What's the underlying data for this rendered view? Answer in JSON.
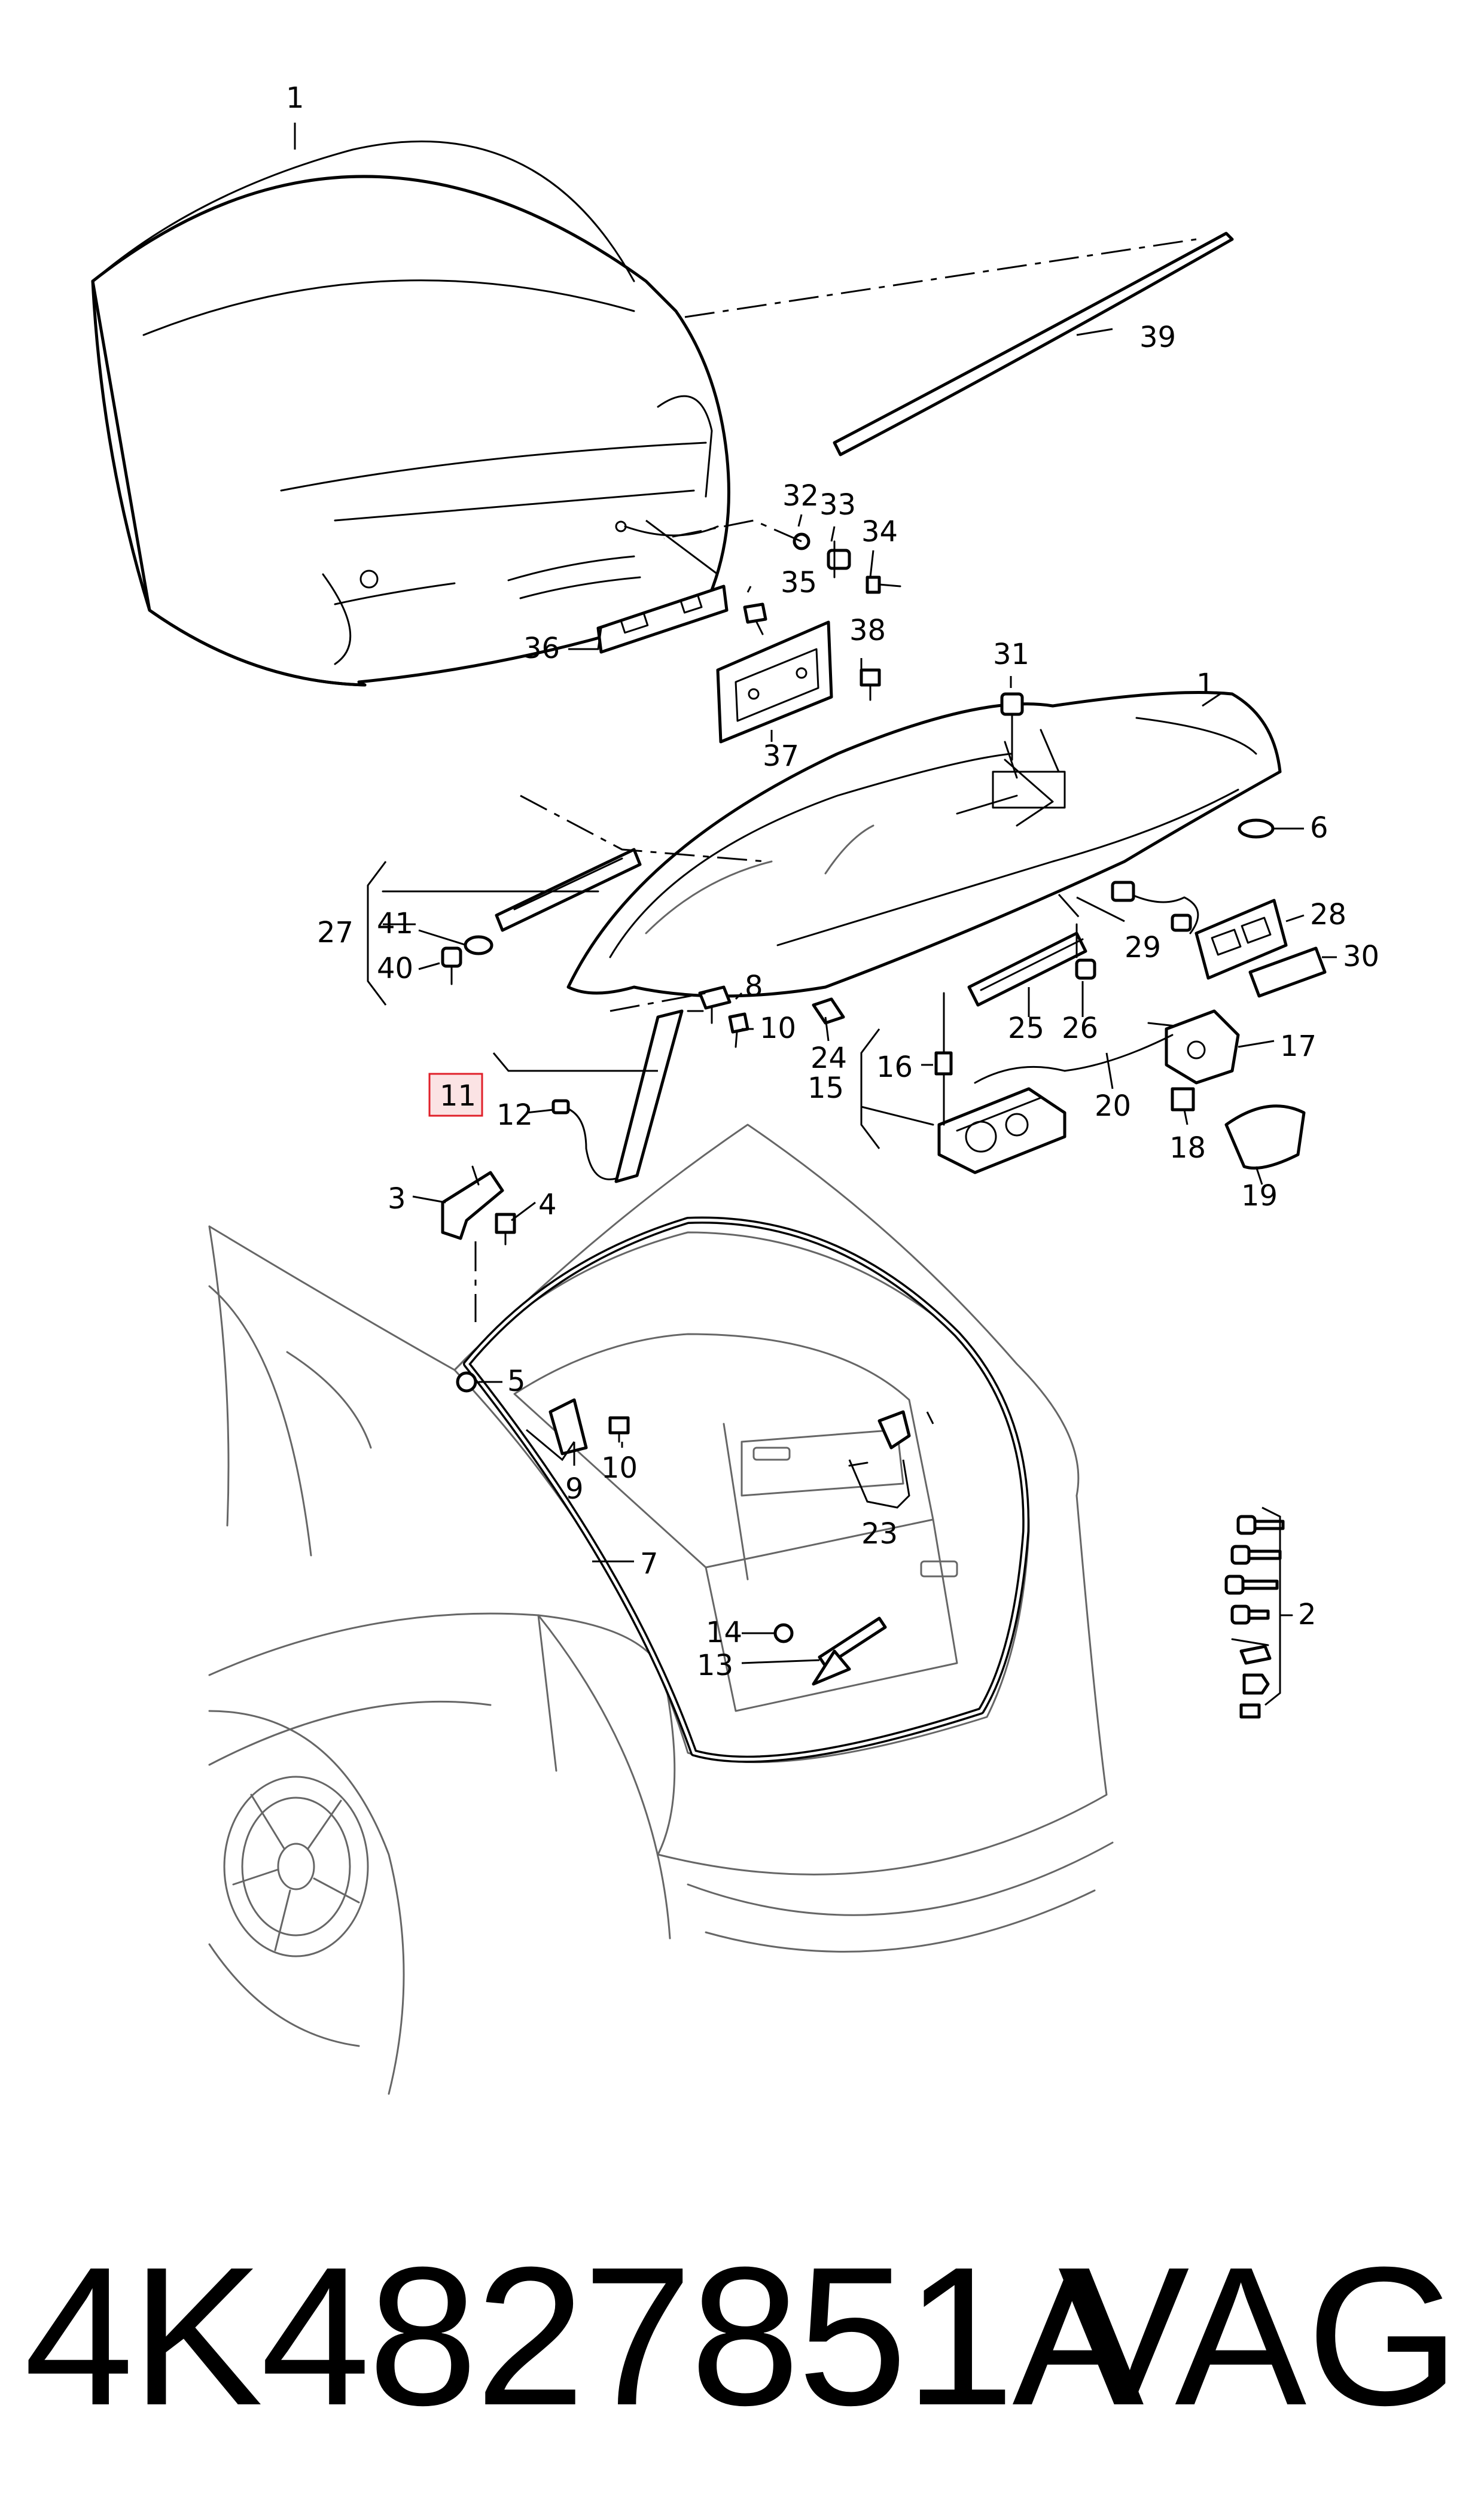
{
  "diagram": {
    "callouts": [
      "1",
      "39",
      "32",
      "33",
      "34",
      "35",
      "36",
      "37",
      "38",
      "31",
      "1",
      "6",
      "28",
      "29",
      "30",
      "27",
      "41",
      "40",
      "8",
      "10",
      "24",
      "25",
      "26",
      "17",
      "16",
      "15",
      "20",
      "18",
      "19",
      "11",
      "12",
      "3",
      "4",
      "5",
      "9",
      "10",
      "23",
      "7",
      "2",
      "14",
      "13"
    ],
    "highlighted_callout": "11"
  },
  "footer": {
    "part_number": "4K4827851A",
    "manufacturer": "VAG"
  },
  "colors": {
    "highlight_fill": "#fbe3e4",
    "highlight_border": "#e0202a"
  }
}
